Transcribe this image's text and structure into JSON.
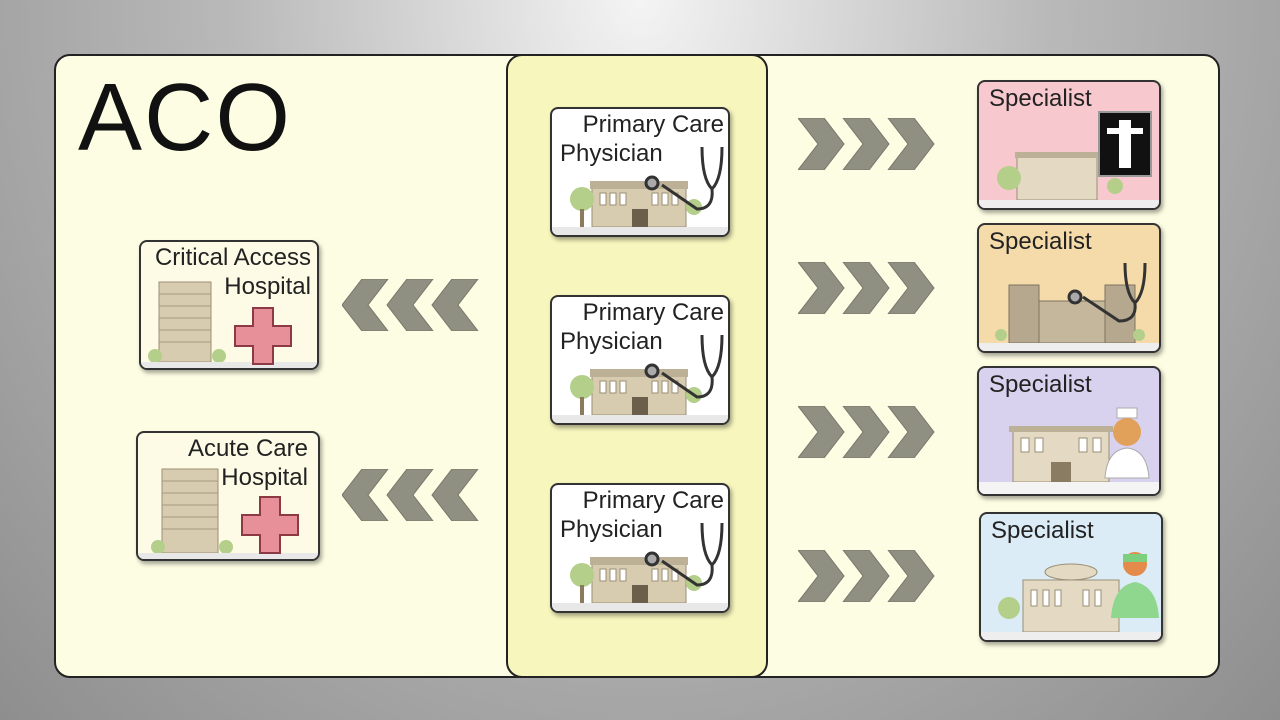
{
  "diagram": {
    "title": "ACO",
    "primary_care": [
      {
        "label_line1": "Primary Care",
        "label_line2": "Physician"
      },
      {
        "label_line1": "Primary Care",
        "label_line2": "Physician"
      },
      {
        "label_line1": "Primary Care",
        "label_line2": "Physician"
      }
    ],
    "hospitals": [
      {
        "label_line1": "Critical Access",
        "label_line2": "Hospital"
      },
      {
        "label_line1": "Acute Care",
        "label_line2": "Hospital"
      }
    ],
    "specialists": [
      {
        "label": "Specialist",
        "color": "#f7c9cf",
        "icon": "xray-icon"
      },
      {
        "label": "Specialist",
        "color": "#f5dbaa",
        "icon": "stethoscope-icon"
      },
      {
        "label": "Specialist",
        "color": "#d9d2ee",
        "icon": "nurse-icon"
      },
      {
        "label": "Specialist",
        "color": "#dcecf6",
        "icon": "surgeon-icon"
      }
    ],
    "colors": {
      "panel": "#fdfde3",
      "center_column": "#f7f6bd",
      "arrow": "#8f8f82",
      "cross": "#e8909a"
    }
  }
}
